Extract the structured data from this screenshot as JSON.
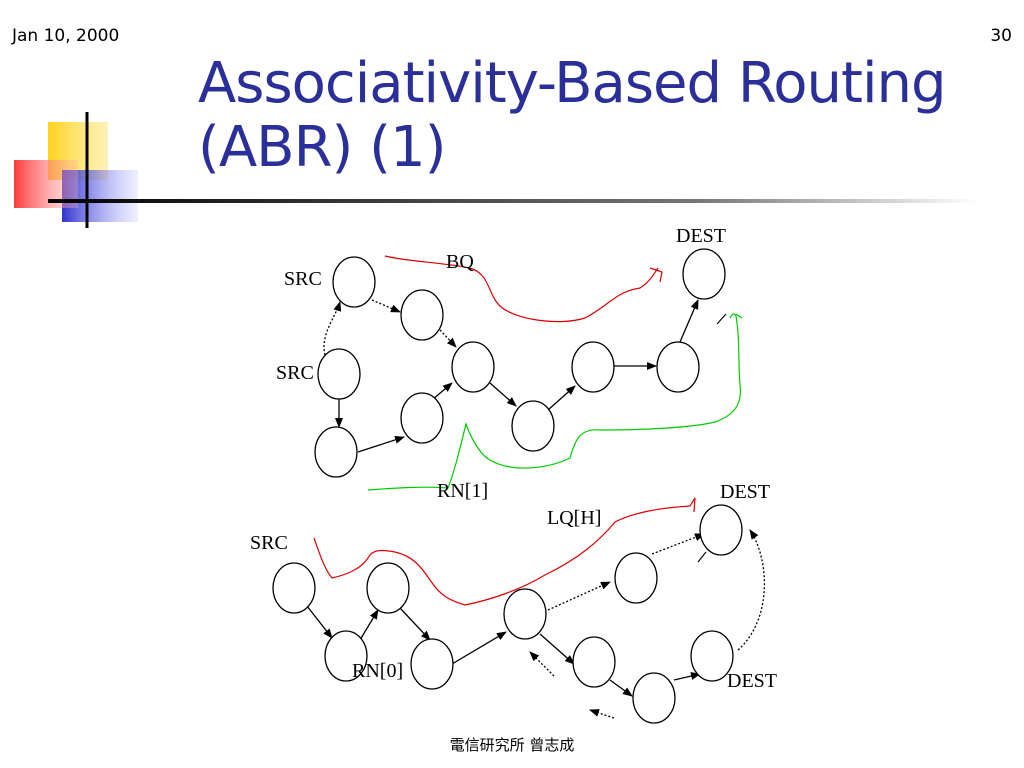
{
  "header": {
    "date": "Jan 10, 2000",
    "page_number": "30"
  },
  "title": {
    "line1": "Associativity-Based Routing",
    "line2": "(ABR) (1)"
  },
  "diagram_top": {
    "labels": {
      "dest": "DEST",
      "bq": "BQ",
      "src_upper": "SRC",
      "src_lower": "SRC",
      "rn1": "RN[1]"
    }
  },
  "diagram_bottom": {
    "labels": {
      "dest_upper": "DEST",
      "lq": "LQ[H]",
      "src": "SRC",
      "rn0": "RN[0]",
      "dest_lower": "DEST"
    }
  },
  "footer": {
    "text": "電信研究所 曾志成"
  },
  "colors": {
    "title": "#2b2f99",
    "red_path": "#dd0000",
    "green_path": "#00cc00",
    "logo_yellow": "#ffd21c",
    "logo_red": "#ff3a3a",
    "logo_blue": "#3333cc"
  }
}
